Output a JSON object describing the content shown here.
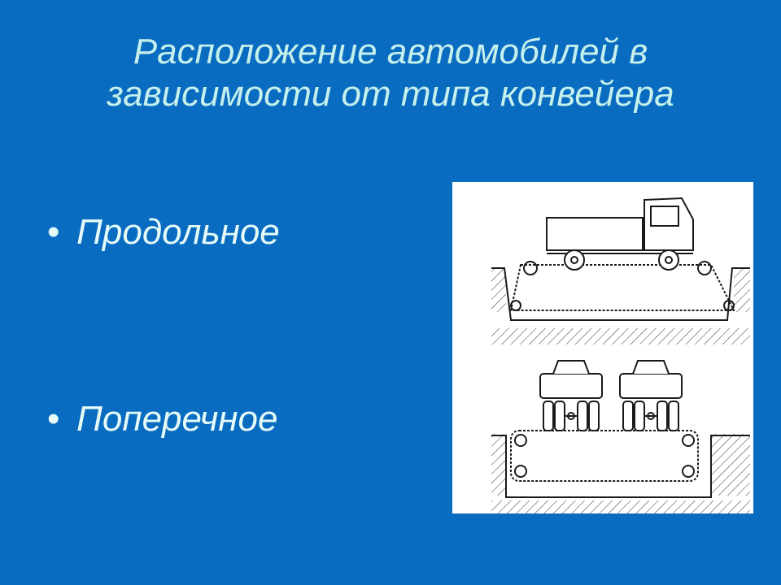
{
  "slide": {
    "title_line1": "Расположение автомобилей в",
    "title_line2": "зависимости от типа конвейера",
    "bullet_symbol": "•",
    "bullets": [
      {
        "label": "Продольное"
      },
      {
        "label": "Поперечное"
      }
    ],
    "figure": {
      "diagrams": [
        "longitudinal-conveyor",
        "transverse-conveyor"
      ]
    }
  },
  "colors": {
    "background": "#0a6cc0",
    "title": "#c5f0ec",
    "bullet_text": "#e6fbf8",
    "figure_bg": "#ffffff",
    "line": "#1a1a1a"
  }
}
